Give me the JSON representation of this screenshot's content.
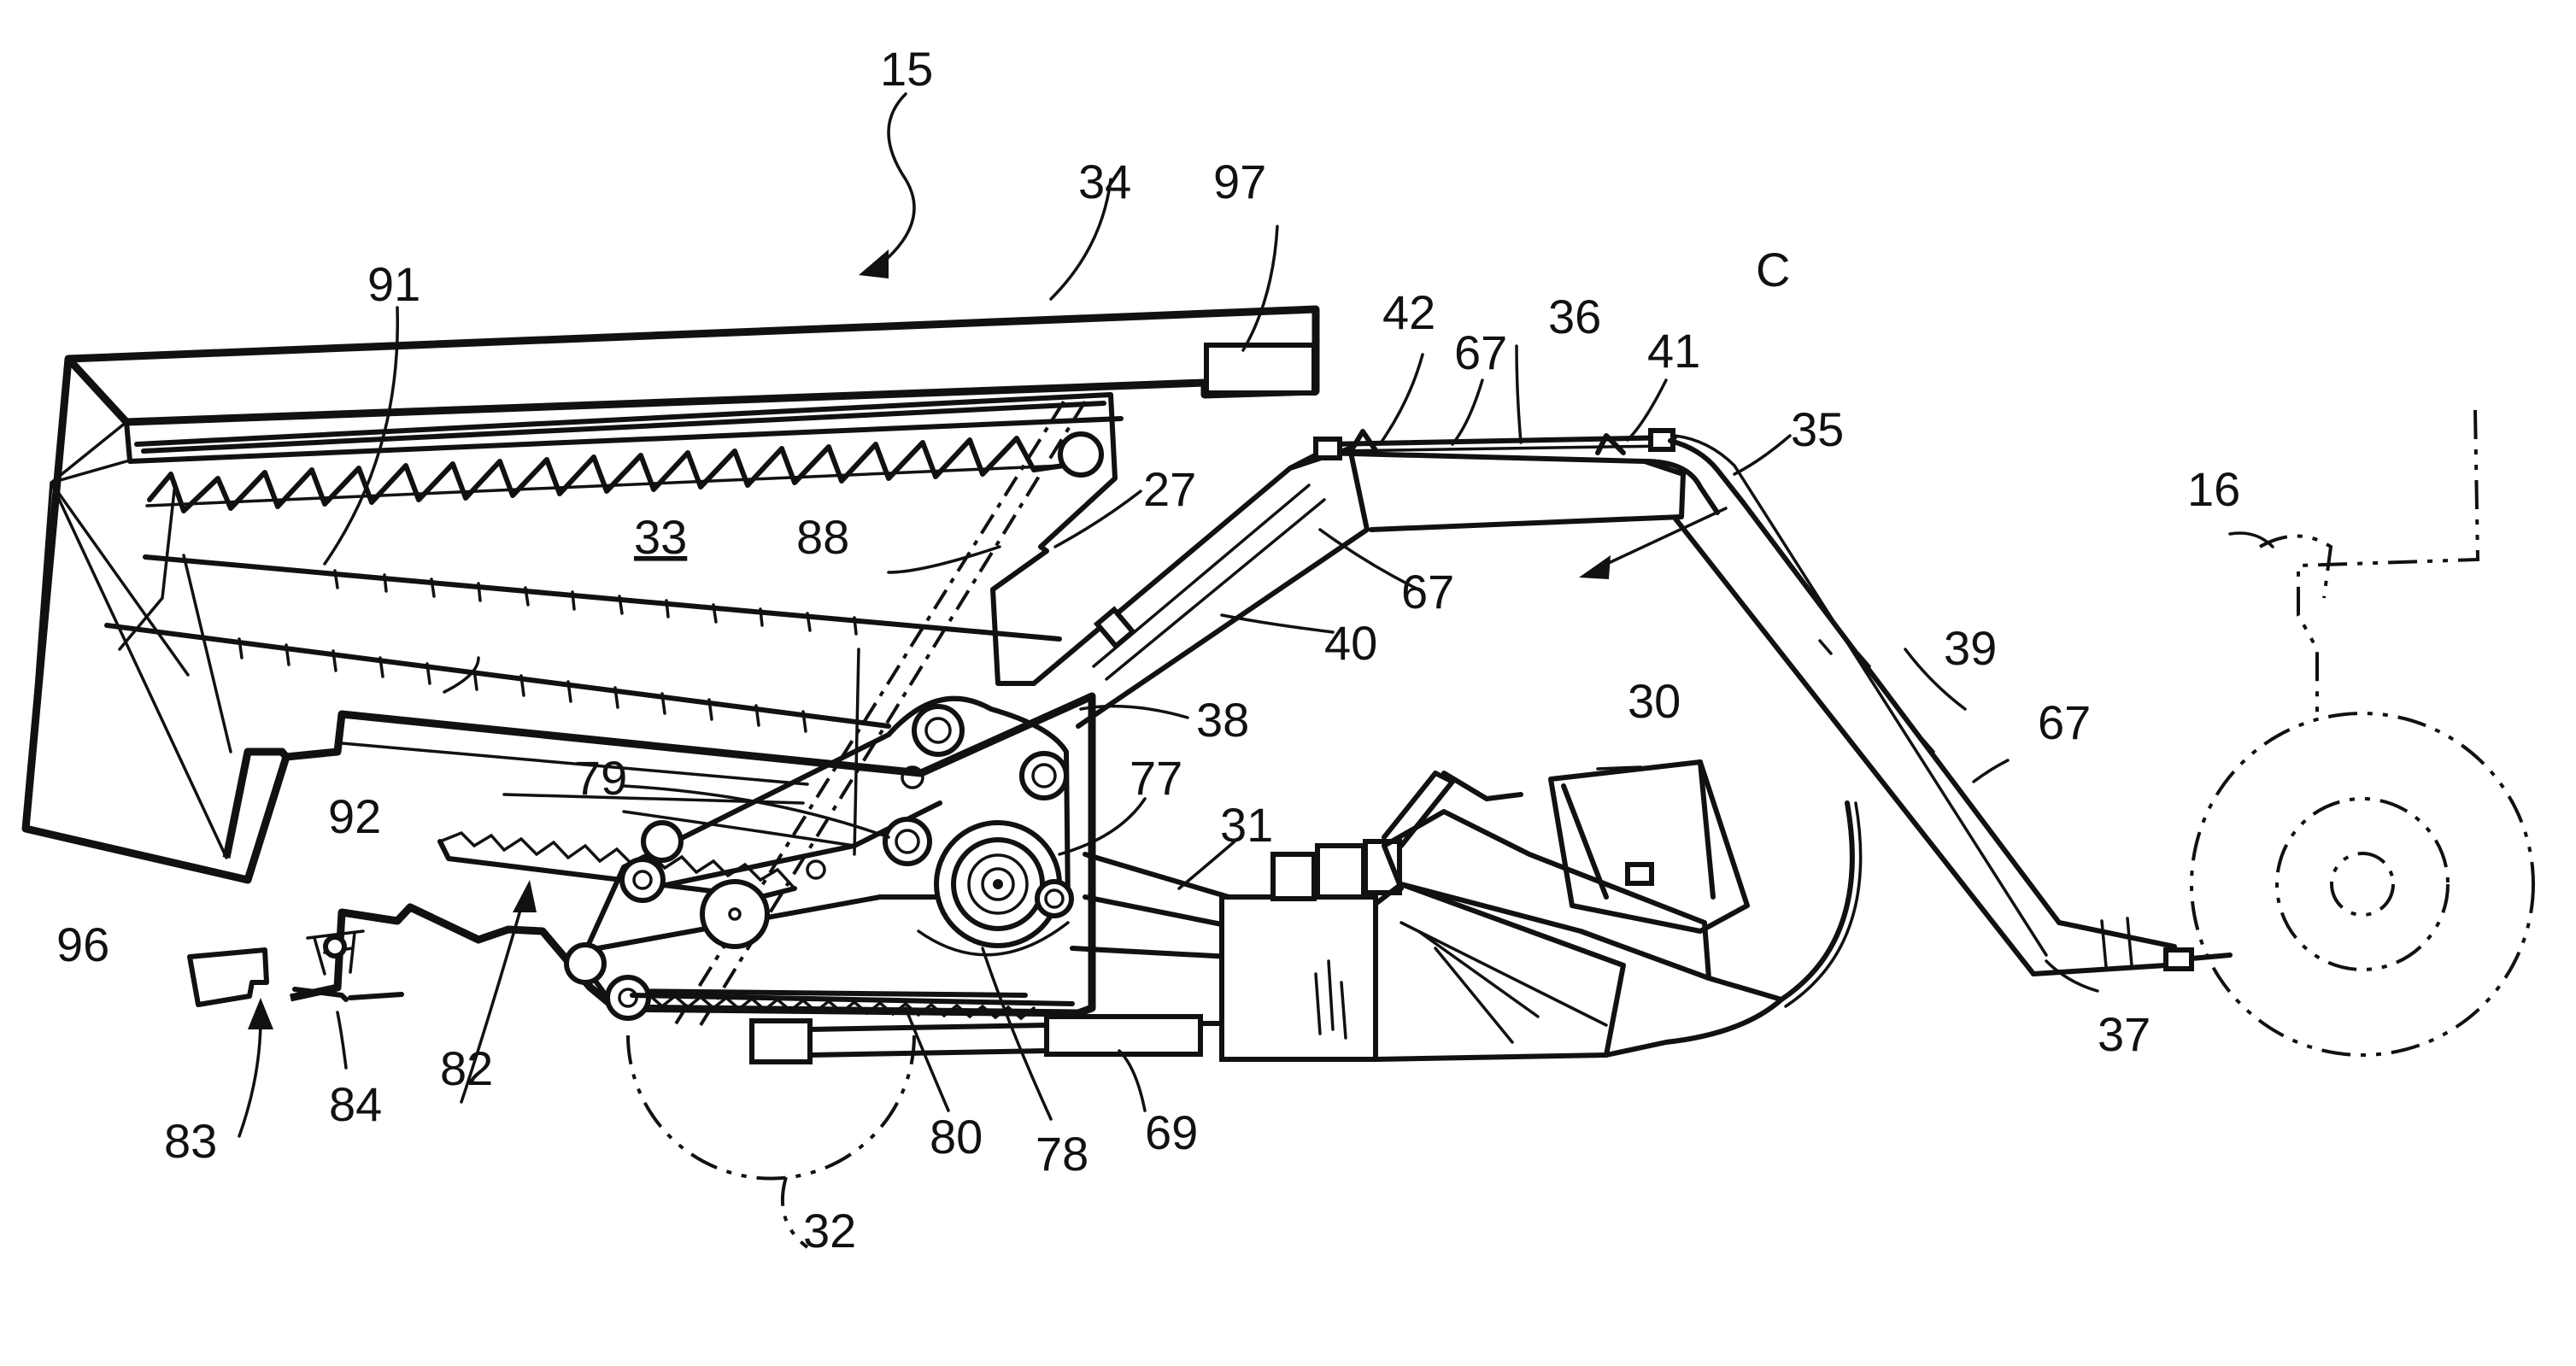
{
  "figure": {
    "labels": {
      "l15": "15",
      "l34": "34",
      "l97": "97",
      "l91": "91",
      "l42": "42",
      "l67a": "67",
      "l36": "36",
      "l41": "41",
      "lC": "C",
      "l35": "35",
      "l16": "16",
      "l27": "27",
      "l33": "33",
      "l88": "88",
      "l67b": "67",
      "l40": "40",
      "l39": "39",
      "l67c": "67",
      "l38": "38",
      "l30": "30",
      "l79": "79",
      "l77": "77",
      "l92": "92",
      "l31": "31",
      "l96": "96",
      "l82": "82",
      "l37": "37",
      "l84": "84",
      "l83": "83",
      "l80": "80",
      "l78": "78",
      "l69": "69",
      "l32": "32"
    }
  }
}
